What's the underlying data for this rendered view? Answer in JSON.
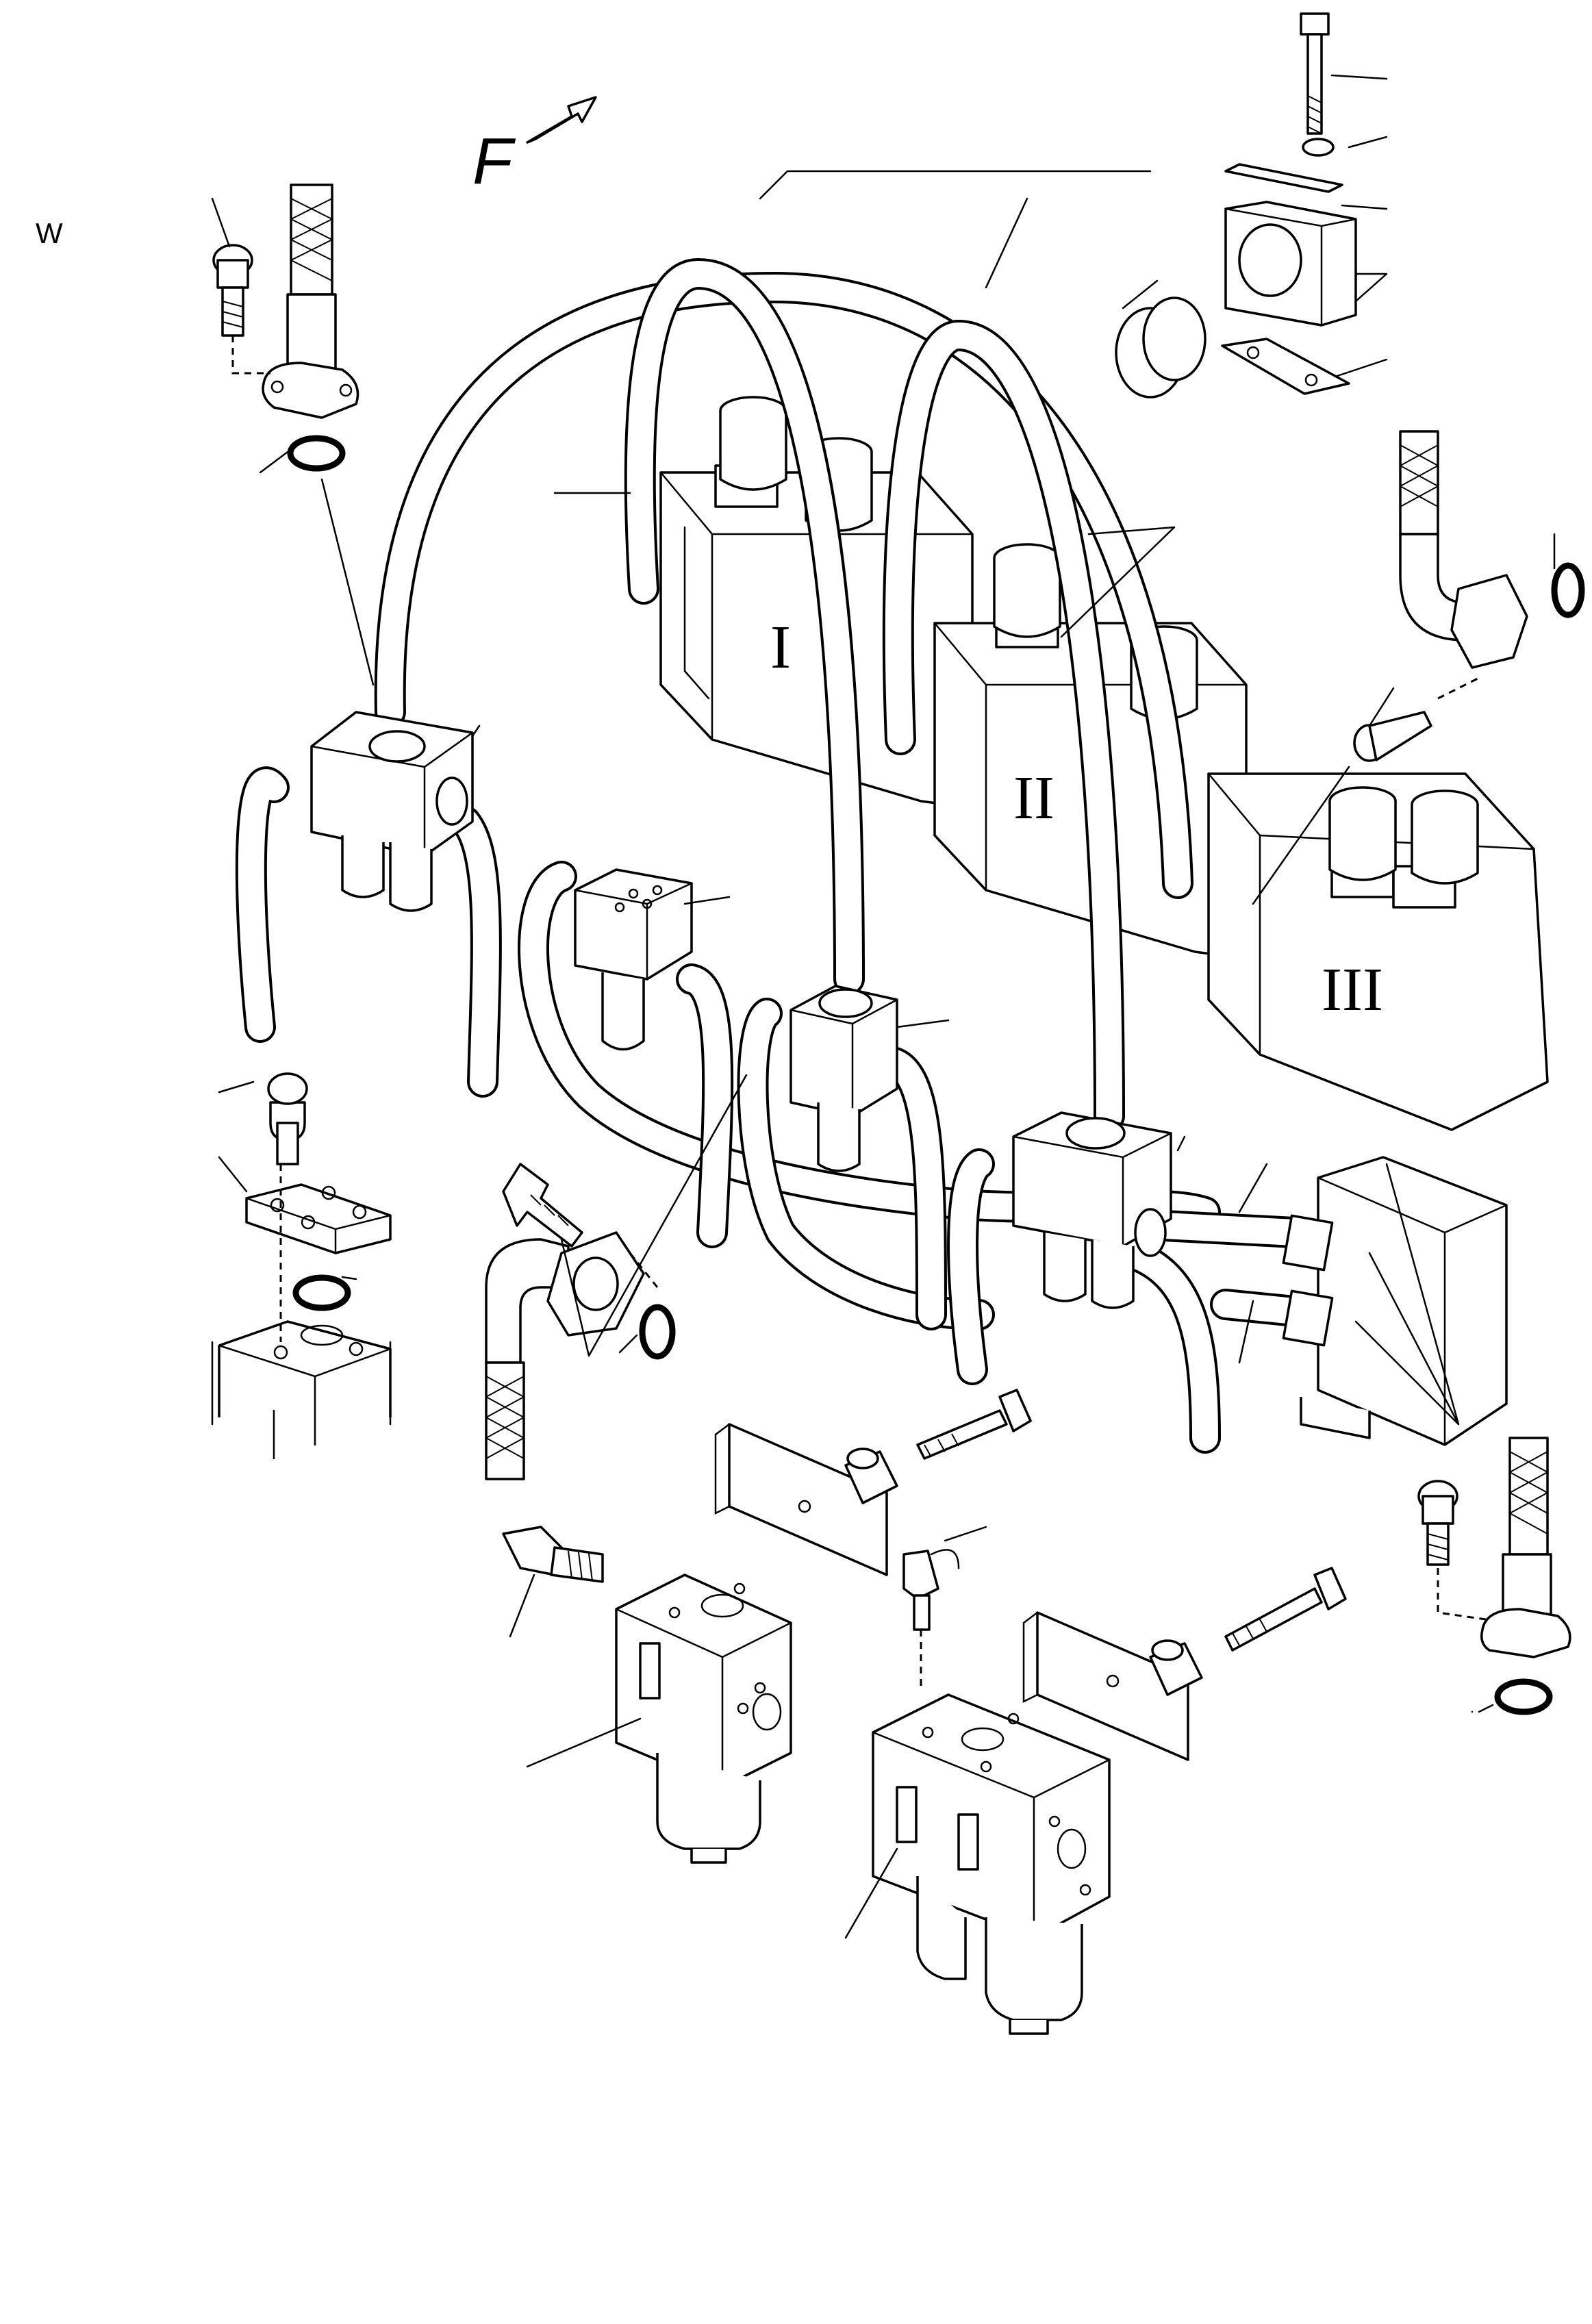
{
  "corner_label": "W",
  "direction_label": "F",
  "valve_labels": [
    "I",
    "II",
    "III"
  ]
}
